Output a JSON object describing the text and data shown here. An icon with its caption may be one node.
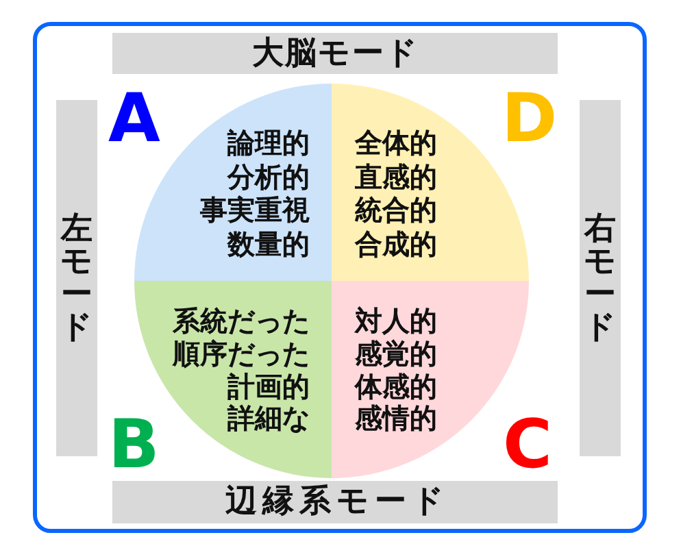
{
  "diagram": {
    "nodes": [
      {
        "text": [
          "大脳モード"
        ]
      },
      {
        "text": [
          "左モード"
        ]
      },
      {
        "text": [
          "A",
          "論理的",
          "分析的",
          "事実重視",
          "数量的"
        ]
      },
      {
        "text": [
          "D",
          "全体的",
          "直感的",
          "統合的",
          "合成的"
        ]
      },
      {
        "text": [
          "B",
          "系統だった",
          "順序だった",
          "計画的",
          "詳細な"
        ]
      },
      {
        "text": [
          "C",
          "対人的",
          "感覚的",
          "体感的",
          "感情的"
        ]
      },
      {
        "text": [
          "右モード"
        ]
      },
      {
        "text": [
          "辺縁系モード"
        ]
      }
    ]
  }
}
